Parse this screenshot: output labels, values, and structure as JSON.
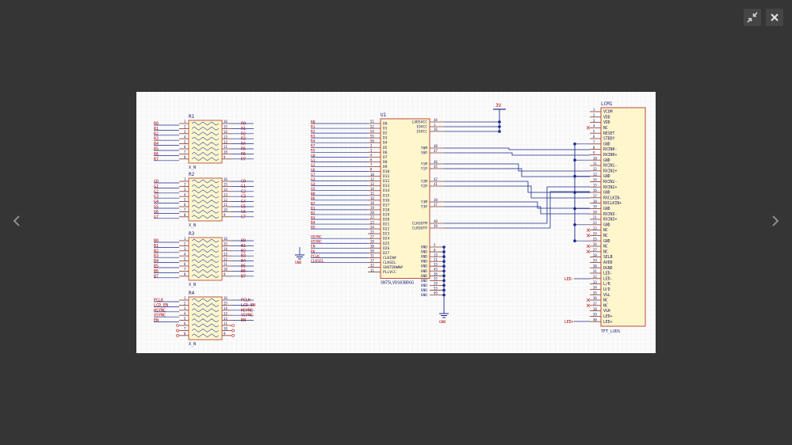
{
  "toolbar": {
    "collapse_icon": "collapse-arrows-icon",
    "close_icon": "close-x-icon"
  },
  "nav": {
    "prev_icon": "chevron-left-icon",
    "next_icon": "chevron-right-icon"
  },
  "colors": {
    "backdrop": "#353535",
    "toolbar_button": "#454545",
    "sheet": "#fbfbfb",
    "wire": "#1a2a8c",
    "net_label": "#b00000",
    "part_outline": "#b23a2a",
    "part_fill": "#fff6cc"
  },
  "schematic": {
    "rn_pins_left": [
      "1",
      "2",
      "3",
      "4",
      "5",
      "6",
      "7",
      "8"
    ],
    "rn_pins_right": [
      "16",
      "15",
      "14",
      "13",
      "12",
      "11",
      "10",
      "9"
    ],
    "resistor_networks": [
      {
        "ref": "R1",
        "value": "X_N",
        "nets": [
          "R0",
          "R1",
          "R2",
          "R3",
          "R4",
          "R5",
          "R6",
          "R7"
        ]
      },
      {
        "ref": "R2",
        "value": "X_N",
        "nets": [
          "G0",
          "G1",
          "G2",
          "G3",
          "G4",
          "G5",
          "G6",
          "G7"
        ]
      },
      {
        "ref": "R3",
        "value": "X_N",
        "nets": [
          "B0",
          "B1",
          "B2",
          "B3",
          "B4",
          "B5",
          "B6",
          "B7"
        ]
      },
      {
        "ref": "R4",
        "value": "X_N",
        "nets": [
          "PCLK",
          "LCD_EN",
          "HSYNC",
          "VSYNC",
          "EN",
          "",
          "",
          ""
        ]
      }
    ],
    "u1": {
      "ref": "U1",
      "part": "SN75LVDS83BDGG",
      "gnd_label": "GND",
      "left_pins": [
        {
          "num": "51",
          "name": "D0",
          "net": "R0"
        },
        {
          "num": "52",
          "name": "D1",
          "net": "R1"
        },
        {
          "num": "54",
          "name": "D2",
          "net": "R2"
        },
        {
          "num": "55",
          "name": "D3",
          "net": "R3"
        },
        {
          "num": "56",
          "name": "D4",
          "net": "R4"
        },
        {
          "num": "2",
          "name": "D5",
          "net": "R7"
        },
        {
          "num": "3",
          "name": "D6",
          "net": "R5"
        },
        {
          "num": "4",
          "name": "D7",
          "net": "G0"
        },
        {
          "num": "6",
          "name": "D8",
          "net": "G1"
        },
        {
          "num": "7",
          "name": "D9",
          "net": "G2"
        },
        {
          "num": "8",
          "name": "D10",
          "net": "G6"
        },
        {
          "num": "10",
          "name": "D11",
          "net": "G7"
        },
        {
          "num": "12",
          "name": "D12",
          "net": "G3"
        },
        {
          "num": "13",
          "name": "D13",
          "net": "G4"
        },
        {
          "num": "14",
          "name": "D14",
          "net": "G5"
        },
        {
          "num": "15",
          "name": "D15",
          "net": "B0"
        },
        {
          "num": "16",
          "name": "D16",
          "net": "B6"
        },
        {
          "num": "18",
          "name": "D17",
          "net": "B7"
        },
        {
          "num": "19",
          "name": "D18",
          "net": "B1"
        },
        {
          "num": "20",
          "name": "D19",
          "net": "B2"
        },
        {
          "num": "22",
          "name": "D20",
          "net": "B3"
        },
        {
          "num": "23",
          "name": "D21",
          "net": "B4"
        },
        {
          "num": "24",
          "name": "D22",
          "net": "B5"
        },
        {
          "num": "25",
          "name": "D23",
          "net": ""
        },
        {
          "num": "27",
          "name": "D24",
          "net": "HSYNC"
        },
        {
          "num": "28",
          "name": "D25",
          "net": "VSYNC"
        },
        {
          "num": "30",
          "name": "D26",
          "net": "EN"
        },
        {
          "num": "50",
          "name": "D27",
          "net": "R6"
        },
        {
          "num": "31",
          "name": "CLKIN#",
          "net": "PCLK"
        },
        {
          "num": "17",
          "name": "CLKSEL",
          "net": "CLKSEL"
        },
        {
          "num": "32",
          "name": "SHUTDOWN#",
          "net": ""
        },
        {
          "num": "11",
          "name": "PLLVCC",
          "net": ""
        }
      ],
      "right_pins_top": [
        {
          "num": "44",
          "name": "LVDSVCC"
        },
        {
          "num": "1",
          "name": "IOVCC"
        },
        {
          "num": "26",
          "name": "IOVCC"
        },
        {
          "num": "48",
          "name": "Y0M"
        },
        {
          "num": "47",
          "name": "Y0P"
        },
        {
          "num": "46",
          "name": "Y1M"
        },
        {
          "num": "45",
          "name": "Y1P"
        },
        {
          "num": "42",
          "name": "Y2M"
        },
        {
          "num": "41",
          "name": "Y2P"
        },
        {
          "num": "38",
          "name": "Y3M"
        },
        {
          "num": "37",
          "name": "Y3P"
        },
        {
          "num": "40",
          "name": "CLKOUTM"
        },
        {
          "num": "39",
          "name": "CLKOUTP"
        }
      ],
      "gnd_pins": [
        "5",
        "9",
        "13",
        "21",
        "33",
        "43",
        "36",
        "35",
        "29",
        "53",
        "49"
      ]
    },
    "power_label": "3V",
    "lcm": {
      "ref": "LCM1",
      "part": "TFT_LVDS",
      "led_minus_label": "LED-",
      "led_plus_label": "LED+",
      "pins": [
        "VCOM",
        "VDD",
        "VDD",
        "NC",
        "RESET",
        "STBDY",
        "GND",
        "RXIN0-",
        "RXIN0+",
        "GND",
        "RXIN1-",
        "RXIN1+",
        "GND",
        "RXIN2-",
        "RXIN2+",
        "GND",
        "RXCLKIN-",
        "RXCLKIN+",
        "GND",
        "RXIN3-",
        "RXIN3+",
        "GND",
        "NC",
        "NC",
        "GND",
        "NC",
        "NC",
        "SELB",
        "AVDD",
        "DGND",
        "LED-",
        "LED-",
        "L/R",
        "U/D",
        "VGL",
        "NC",
        "NC",
        "VGH",
        "LED+",
        "LED+"
      ]
    }
  }
}
